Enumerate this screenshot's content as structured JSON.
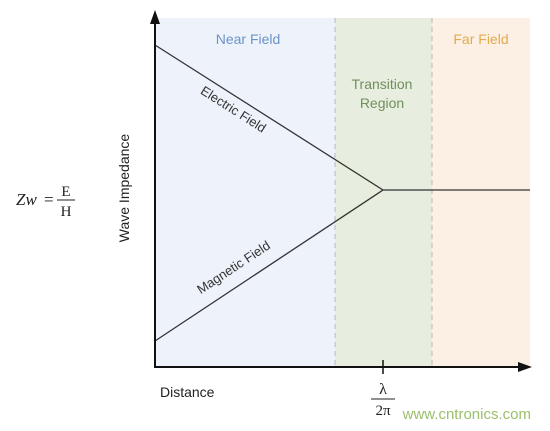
{
  "colors": {
    "near_field_bg": "#eef3fb",
    "transition_bg": "#e8eedf",
    "far_field_bg": "#fbf0e3",
    "near_field_text": "#6b93c9",
    "transition_text": "#6f8f5e",
    "far_field_text": "#e3aa4f",
    "axis": "#111111",
    "curve": "#333333",
    "watermark": "#9bbf6b"
  },
  "formula": {
    "lhs": "Zw",
    "equals": "=",
    "numerator": "E",
    "denominator": "H"
  },
  "diagram": {
    "y_axis_title": "Wave Impedance",
    "x_axis_title": "Distance",
    "regions": {
      "near": "Near Field",
      "transition_line1": "Transition",
      "transition_line2": "Region",
      "far": "Far Field"
    },
    "curves": {
      "electric": "Electric Field",
      "magnetic": "Magnetic Field"
    },
    "tick": {
      "numerator": "λ",
      "denominator": "2π"
    }
  },
  "watermark": {
    "text": "www.cntronics.com"
  }
}
